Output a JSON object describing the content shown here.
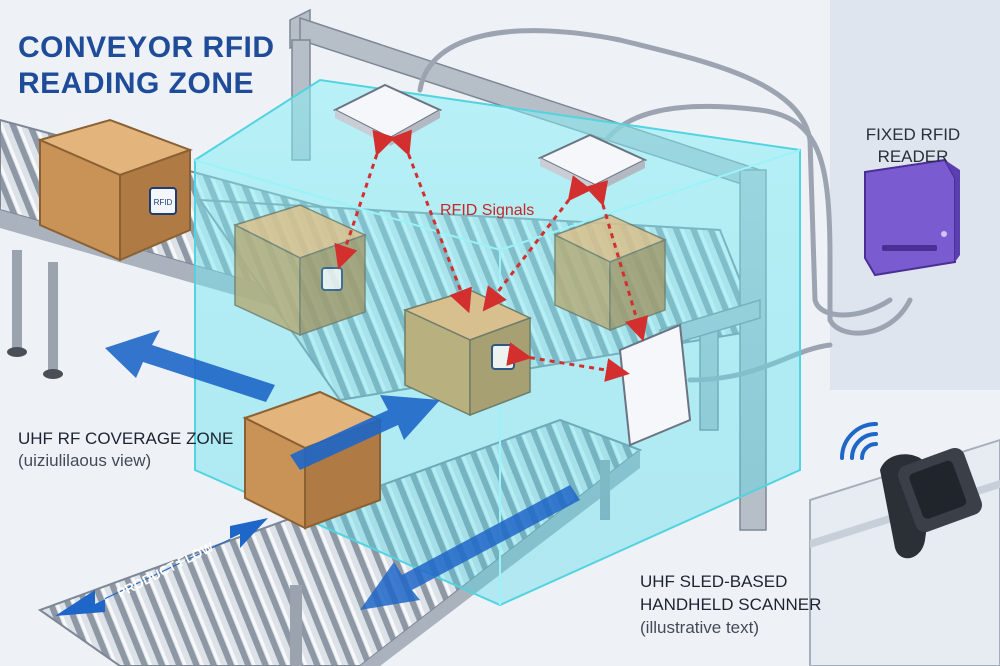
{
  "title": {
    "line1": "CONVEYOR RFID",
    "line2": "READING ZONE"
  },
  "fixed_reader": {
    "label_line1": "FIXED RFID",
    "label_line2": "READER"
  },
  "signals_label": "RFID Signals",
  "coverage": {
    "title": "UHF RF COVERAGE ZONE",
    "subtitle": "(uiziulilaous view)"
  },
  "handheld": {
    "line1": "UHF SLED-BASED",
    "line2": "HANDHELD SCANNER",
    "line3": "(illustrative text)"
  },
  "product_flow_label": "PRODUCT FLOW",
  "tag_text": "RFID",
  "colors": {
    "zone": "#6fe3ef",
    "arrow_blue": "#1e66c8",
    "signal_red": "#d32f2f",
    "reader_purple": "#7a5bd0",
    "box": "#c99358",
    "title_blue": "#1f4c99"
  }
}
